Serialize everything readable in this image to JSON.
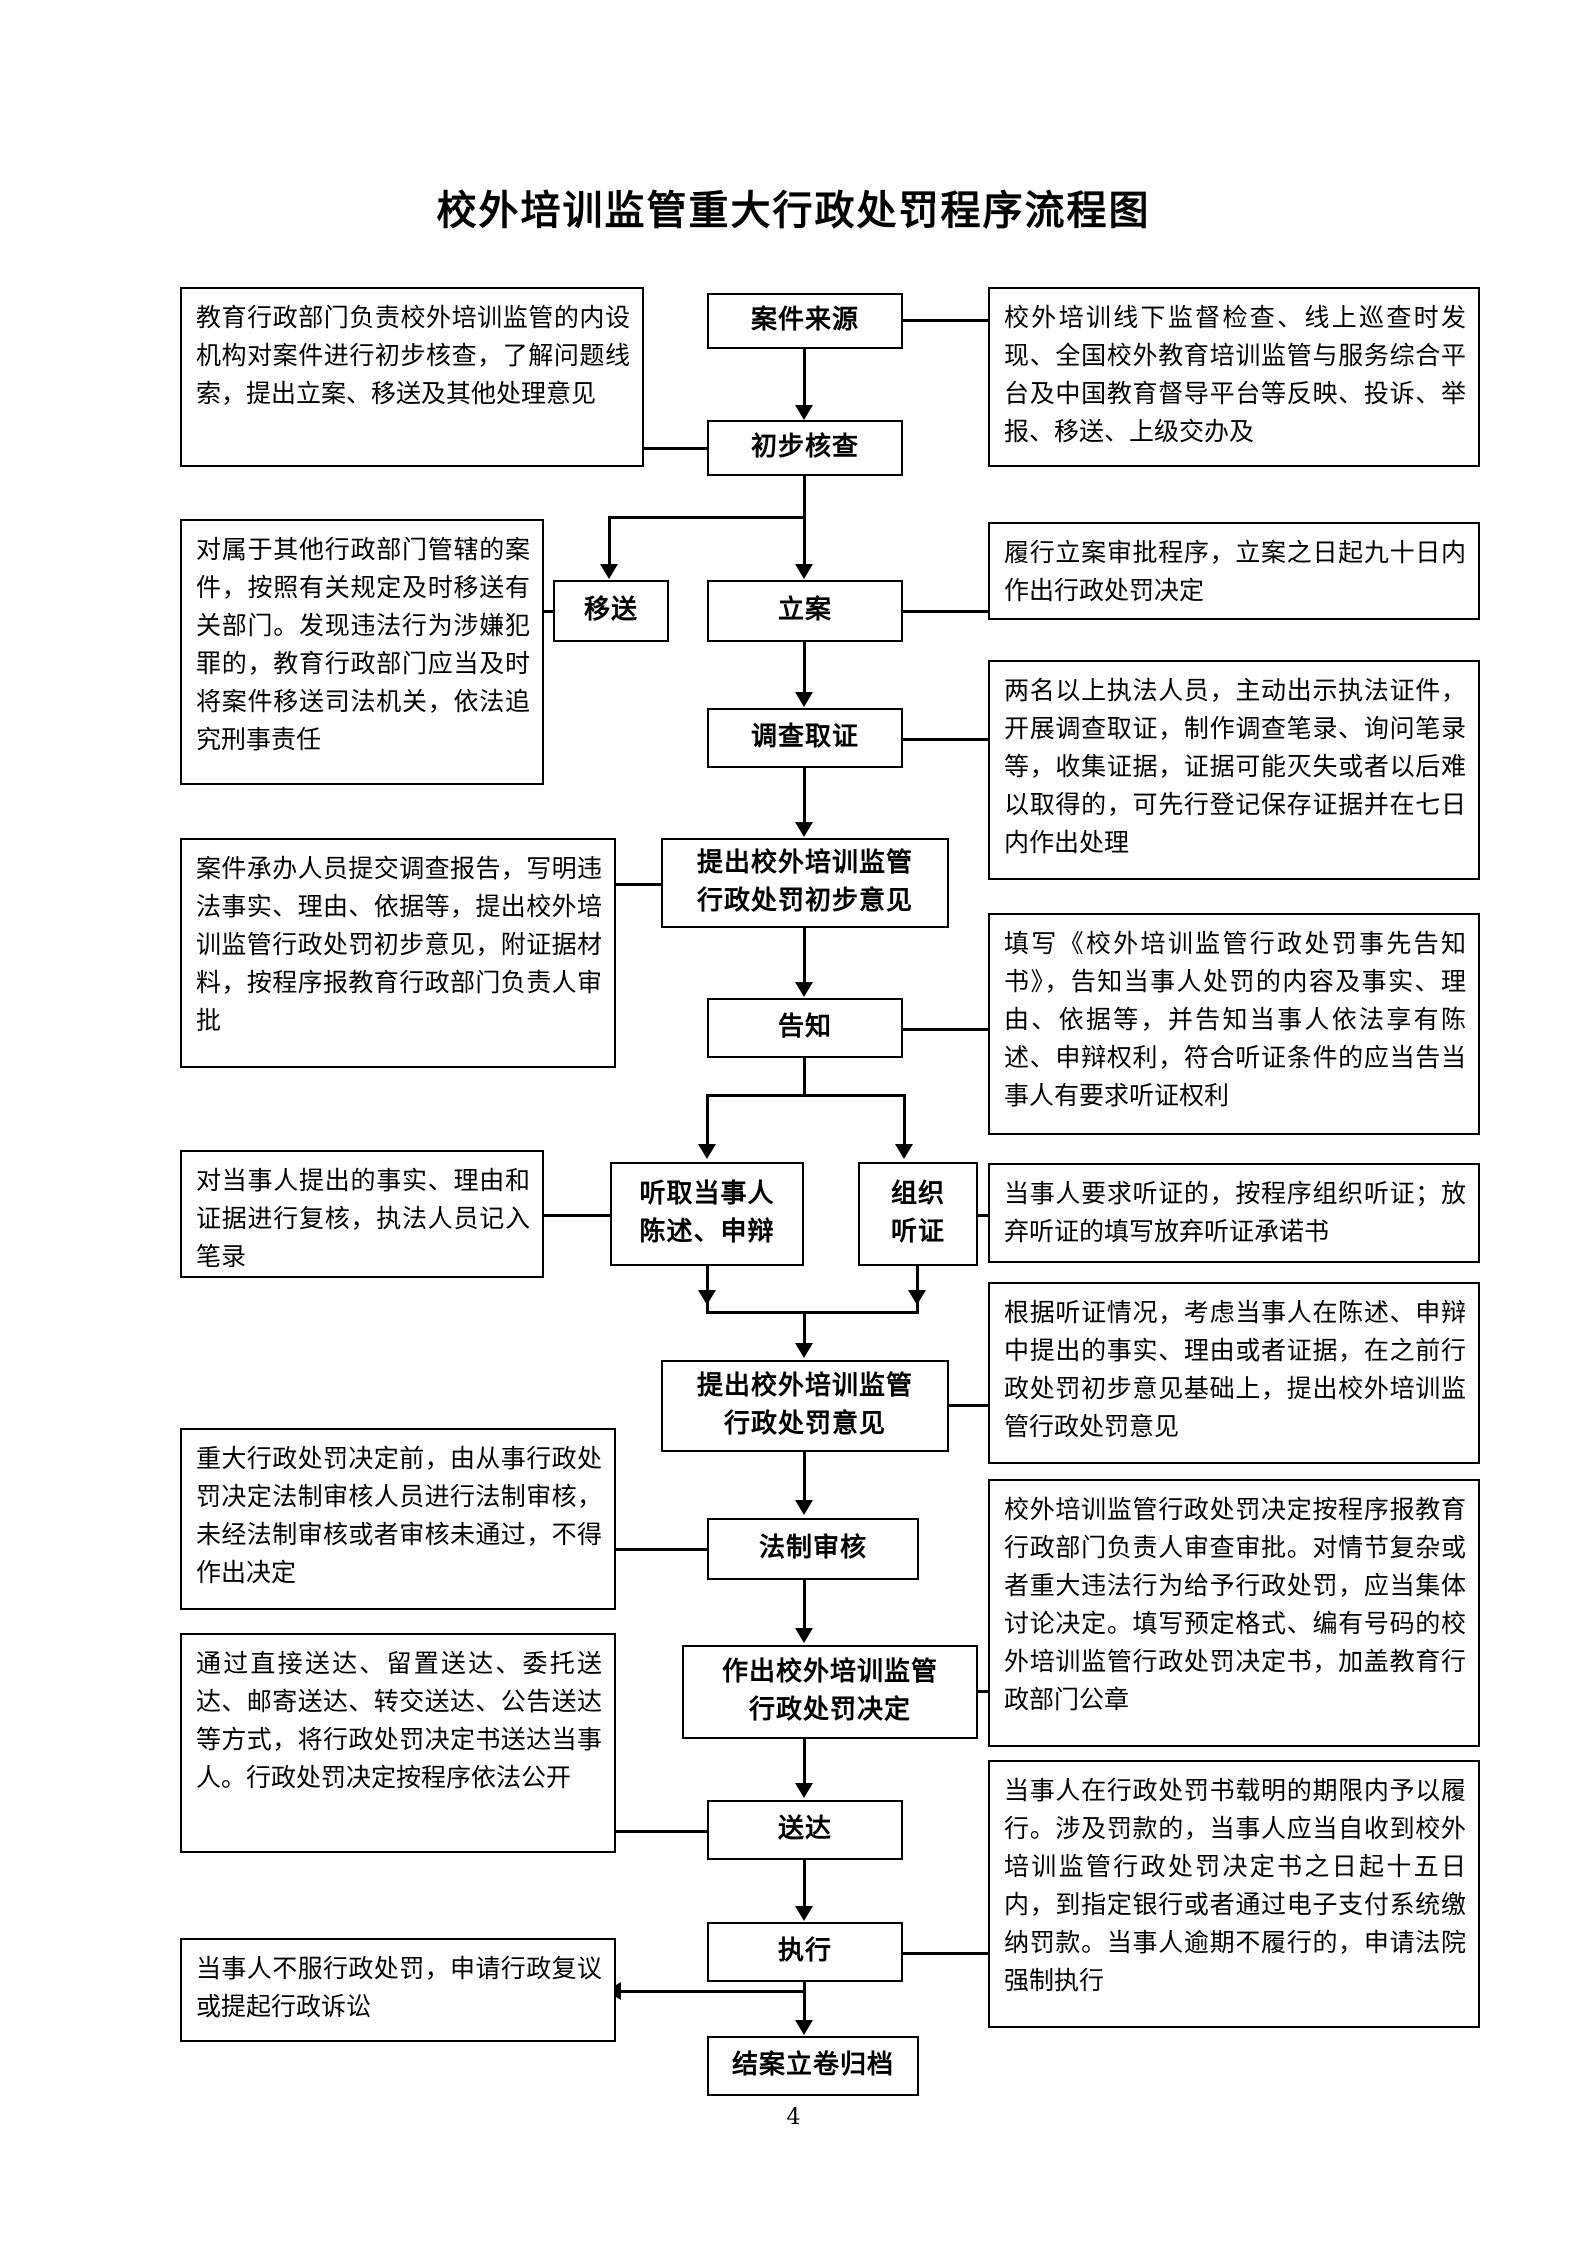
{
  "document": {
    "title": "校外培训监管重大行政处罚程序流程图",
    "page_number": "4"
  },
  "nodes": {
    "case_source": "案件来源",
    "preliminary_review": "初步核查",
    "transfer": "移送",
    "file_case": "立案",
    "investigation": "调查取证",
    "preliminary_opinion_l1": "提出校外培训监管",
    "preliminary_opinion_l2": "行政处罚初步意见",
    "notification": "告知",
    "hear_statement_l1": "听取当事人",
    "hear_statement_l2": "陈述、申辩",
    "organize_hearing_l1": "组织",
    "organize_hearing_l2": "听证",
    "penalty_opinion_l1": "提出校外培训监管",
    "penalty_opinion_l2": "行政处罚意见",
    "legal_review": "法制审核",
    "make_decision_l1": "作出校外培训监管",
    "make_decision_l2": "行政处罚决定",
    "serve": "送达",
    "execute": "执行",
    "close_archive": "结案立卷归档"
  },
  "notes": {
    "preliminary_review_left": "教育行政部门负责校外培训监管的内设机构对案件进行初步核查，了解问题线索，提出立案、移送及其他处理意见",
    "case_source_right": "校外培训线下监督检查、线上巡查时发现、全国校外教育培训监管与服务综合平台及中国教育督导平台等反映、投诉、举报、移送、上级交办及",
    "transfer_left": "对属于其他行政部门管辖的案件，按照有关规定及时移送有关部门。发现违法行为涉嫌犯罪的，教育行政部门应当及时将案件移送司法机关，依法追究刑事责任",
    "file_case_right": "履行立案审批程序，立案之日起九十日内作出行政处罚决定",
    "investigation_right": "两名以上执法人员，主动出示执法证件，开展调查取证，制作调查笔录、询问笔录等，收集证据，证据可能灭失或者以后难以取得的，可先行登记保存证据并在七日内作出处理",
    "preliminary_opinion_left": "案件承办人员提交调查报告，写明违法事实、理由、依据等，提出校外培训监管行政处罚初步意见，附证据材料，按程序报教育行政部门负责人审批",
    "notification_right": "填写《校外培训监管行政处罚事先告知书》，告知当事人处罚的内容及事实、理由、依据等，并告知当事人依法享有陈述、申辩权利，符合听证条件的应当告当事人有要求听证权利",
    "hear_statement_left": "对当事人提出的事实、理由和证据进行复核，执法人员记入笔录",
    "organize_hearing_right": "当事人要求听证的，按程序组织听证；放弃听证的填写放弃听证承诺书",
    "penalty_opinion_right": "根据听证情况，考虑当事人在陈述、申辩中提出的事实、理由或者证据，在之前行政处罚初步意见基础上，提出校外培训监管行政处罚意见",
    "legal_review_left": "重大行政处罚决定前，由从事行政处罚决定法制审核人员进行法制审核，未经法制审核或者审核未通过，不得作出决定",
    "make_decision_right": "校外培训监管行政处罚决定按程序报教育行政部门负责人审查审批。对情节复杂或者重大违法行为给予行政处罚，应当集体讨论决定。填写预定格式、编有号码的校外培训监管行政处罚决定书，加盖教育行政部门公章",
    "serve_left": "通过直接送达、留置送达、委托送达、邮寄送达、转交送达、公告送达等方式，将行政处罚决定书送达当事人。行政处罚决定按程序依法公开",
    "execute_right": "当事人在行政处罚书载明的期限内予以履行。涉及罚款的，当事人应当自收到校外培训监管行政处罚决定书之日起十五日内，到指定银行或者通过电子支付系统缴纳罚款。当事人逾期不履行的，申请法院强制执行",
    "appeal_left": "当事人不服行政处罚，申请行政复议或提起行政诉讼"
  },
  "colors": {
    "line": "#000000",
    "background": "#ffffff",
    "text": "#000000"
  }
}
